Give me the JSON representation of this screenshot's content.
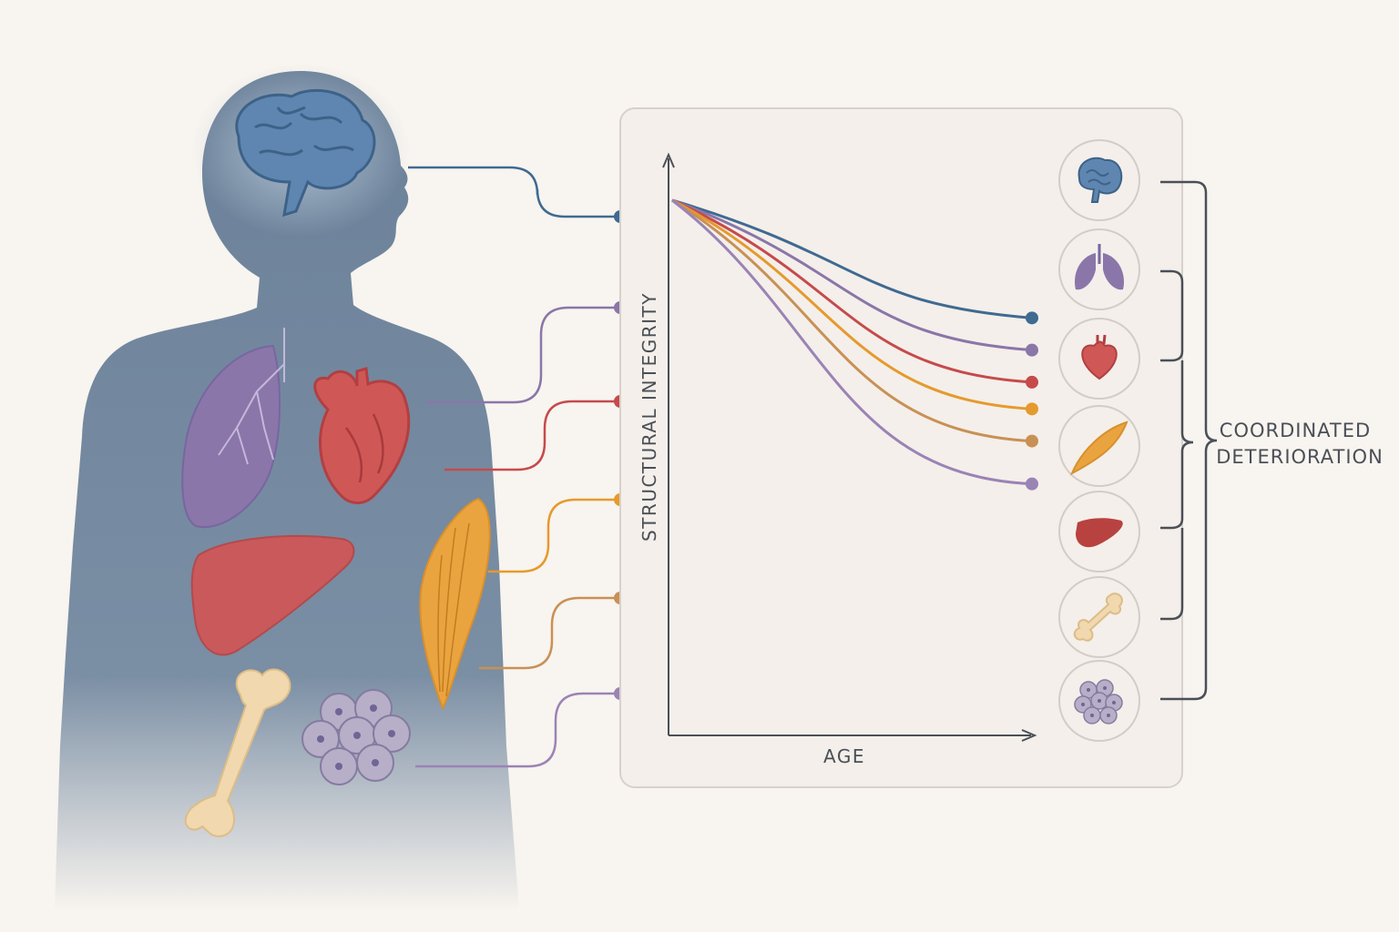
{
  "labels": {
    "y_axis": "STRUCTURAL INTEGRITY",
    "x_axis": "AGE",
    "group_line1": "COORDINATED",
    "group_line2": "DETERIORATION"
  },
  "colors": {
    "background": "#f8f4ef",
    "body": "#6b8199",
    "panel_border": "#d6d1cb",
    "axis": "#4a4f57",
    "bracket": "#4a4f57"
  },
  "chart_data": {
    "type": "line",
    "xlabel": "AGE",
    "ylabel": "STRUCTURAL INTEGRITY",
    "series": [
      {
        "organ": "brain",
        "icon": "brain-icon",
        "color": "#3f6a92",
        "relative_end_level": 0.78
      },
      {
        "organ": "lungs",
        "icon": "lungs-icon",
        "color": "#8a76a9",
        "relative_end_level": 0.72
      },
      {
        "organ": "heart",
        "icon": "heart-icon",
        "color": "#c64a4c",
        "relative_end_level": 0.66
      },
      {
        "organ": "muscle",
        "icon": "muscle-icon",
        "color": "#e59a2e",
        "relative_end_level": 0.61
      },
      {
        "organ": "liver",
        "icon": "liver-icon",
        "color": "#c99055",
        "relative_end_level": 0.55
      },
      {
        "organ": "cells",
        "icon": "cells-icon",
        "color": "#9a83b5",
        "relative_end_level": 0.47
      }
    ],
    "icon_column": [
      "brain-icon",
      "lungs-icon",
      "heart-icon",
      "muscle-icon",
      "liver-icon",
      "bone-icon",
      "cells-icon"
    ]
  }
}
